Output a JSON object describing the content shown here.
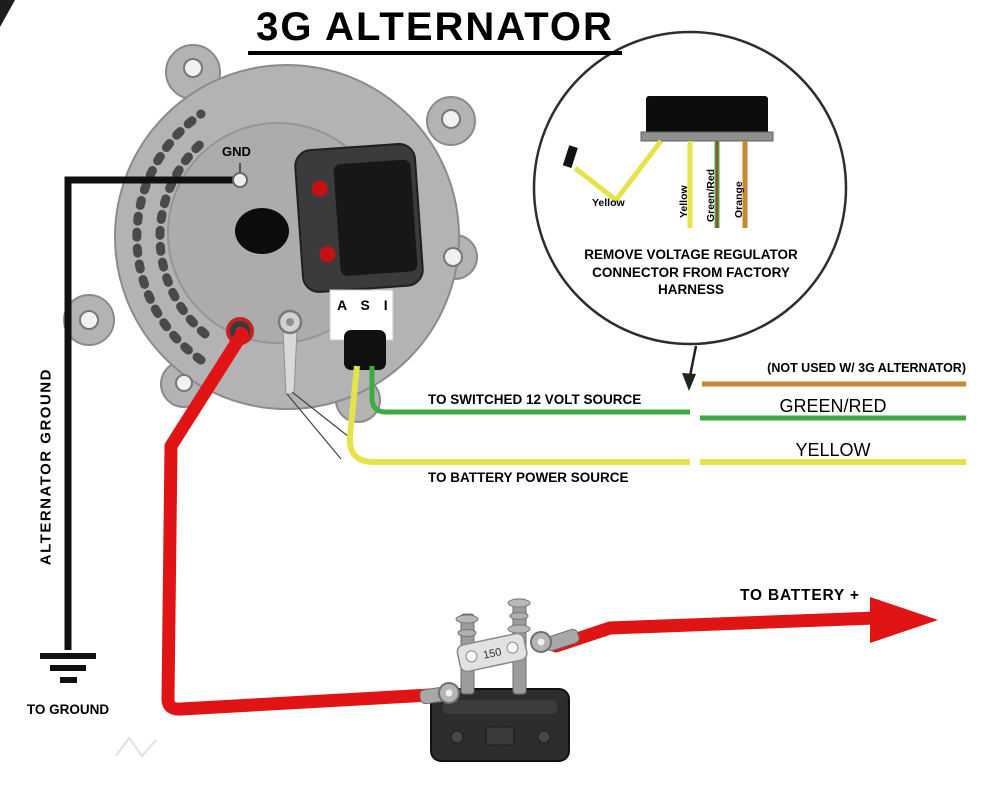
{
  "title": "3G ALTERNATOR",
  "alternator": {
    "gnd_label": "GND",
    "plug_label": "A S I",
    "ground_vertical_label": "ALTERNATOR GROUND",
    "to_ground_label": "TO GROUND"
  },
  "inset": {
    "instruction_lines": [
      "REMOVE VOLTAGE REGULATOR",
      "CONNECTOR FROM FACTORY",
      "HARNESS"
    ],
    "pigtail_label": "Yellow",
    "wire_labels": [
      "Yellow",
      "Green/Red",
      "Orange"
    ]
  },
  "wire_rows": {
    "not_used": "(NOT USED W/ 3G ALTERNATOR)",
    "green_red": "GREEN/RED",
    "yellow": "YELLOW",
    "switched_source": "TO SWITCHED 12 VOLT SOURCE",
    "battery_power": "TO BATTERY POWER SOURCE",
    "to_battery": "TO BATTERY +"
  },
  "fuse": {
    "rating": "150"
  },
  "colors": {
    "red": "#e01414",
    "yellow": "#e6e34a",
    "green": "#3faa3f",
    "orange": "#c8872e",
    "wire_black": "#101010"
  }
}
